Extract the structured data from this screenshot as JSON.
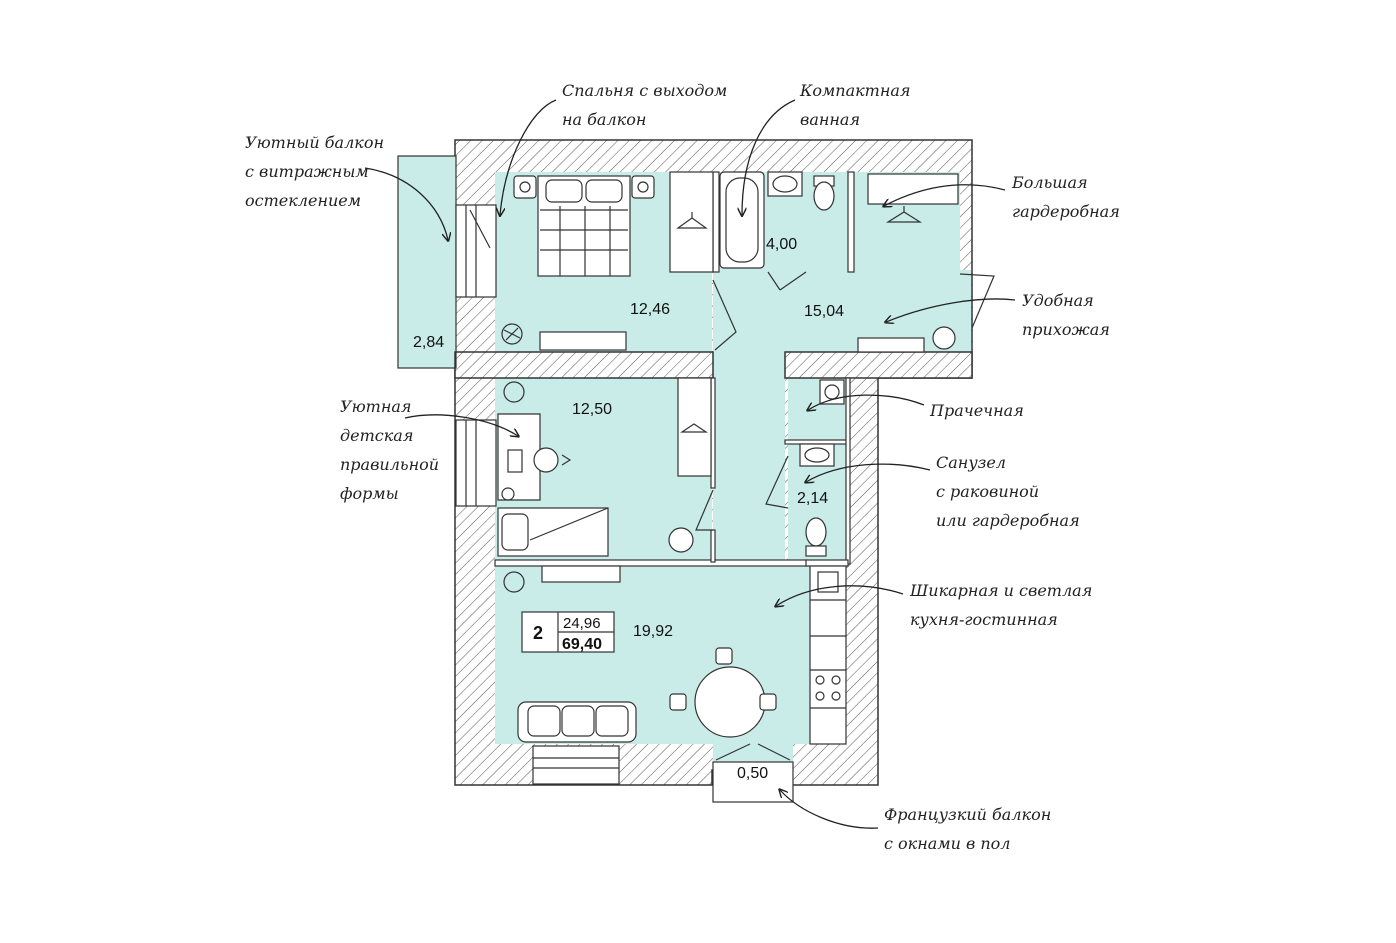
{
  "areas": {
    "balcony": "2,84",
    "bedroom": "12,46",
    "bathroom": "4,00",
    "hallway": "15,04",
    "kids_room": "12,50",
    "wc": "2,14",
    "kitchen_living": "19,92",
    "french_balcony": "0,50"
  },
  "summary": {
    "rooms": "2",
    "living_area": "24,96",
    "total_area": "69,40"
  },
  "annotations": {
    "balcony": [
      "Уютный балкон",
      "с витражным",
      "остеклением"
    ],
    "bedroom": [
      "Спальня с выходом",
      "на балкон"
    ],
    "bathroom": [
      "Компактная",
      "ванная"
    ],
    "wardrobe": [
      "Большая",
      "гардеробная"
    ],
    "hallway": [
      "Удобная",
      "прихожая"
    ],
    "laundry": [
      "Прачечная"
    ],
    "kids_room": [
      "Уютная",
      "детская",
      "правильной",
      "формы"
    ],
    "wc": [
      "Санузел",
      "с раковиной",
      "или гардеробная"
    ],
    "kitchen": [
      "Шикарная и светлая",
      "кухня-гостинная"
    ],
    "french_balcony": [
      "Французкий балкон",
      "с окнами в пол"
    ]
  },
  "colors": {
    "room_fill": "#c9ece8",
    "wall_stroke": "#333333"
  },
  "icons": [
    "hanger-icon",
    "bed-icon",
    "bathtub-icon",
    "toilet-icon",
    "sink-icon",
    "washing-machine-icon",
    "stove-icon",
    "sofa-icon",
    "table-icon",
    "plant-icon",
    "desk-icon"
  ]
}
